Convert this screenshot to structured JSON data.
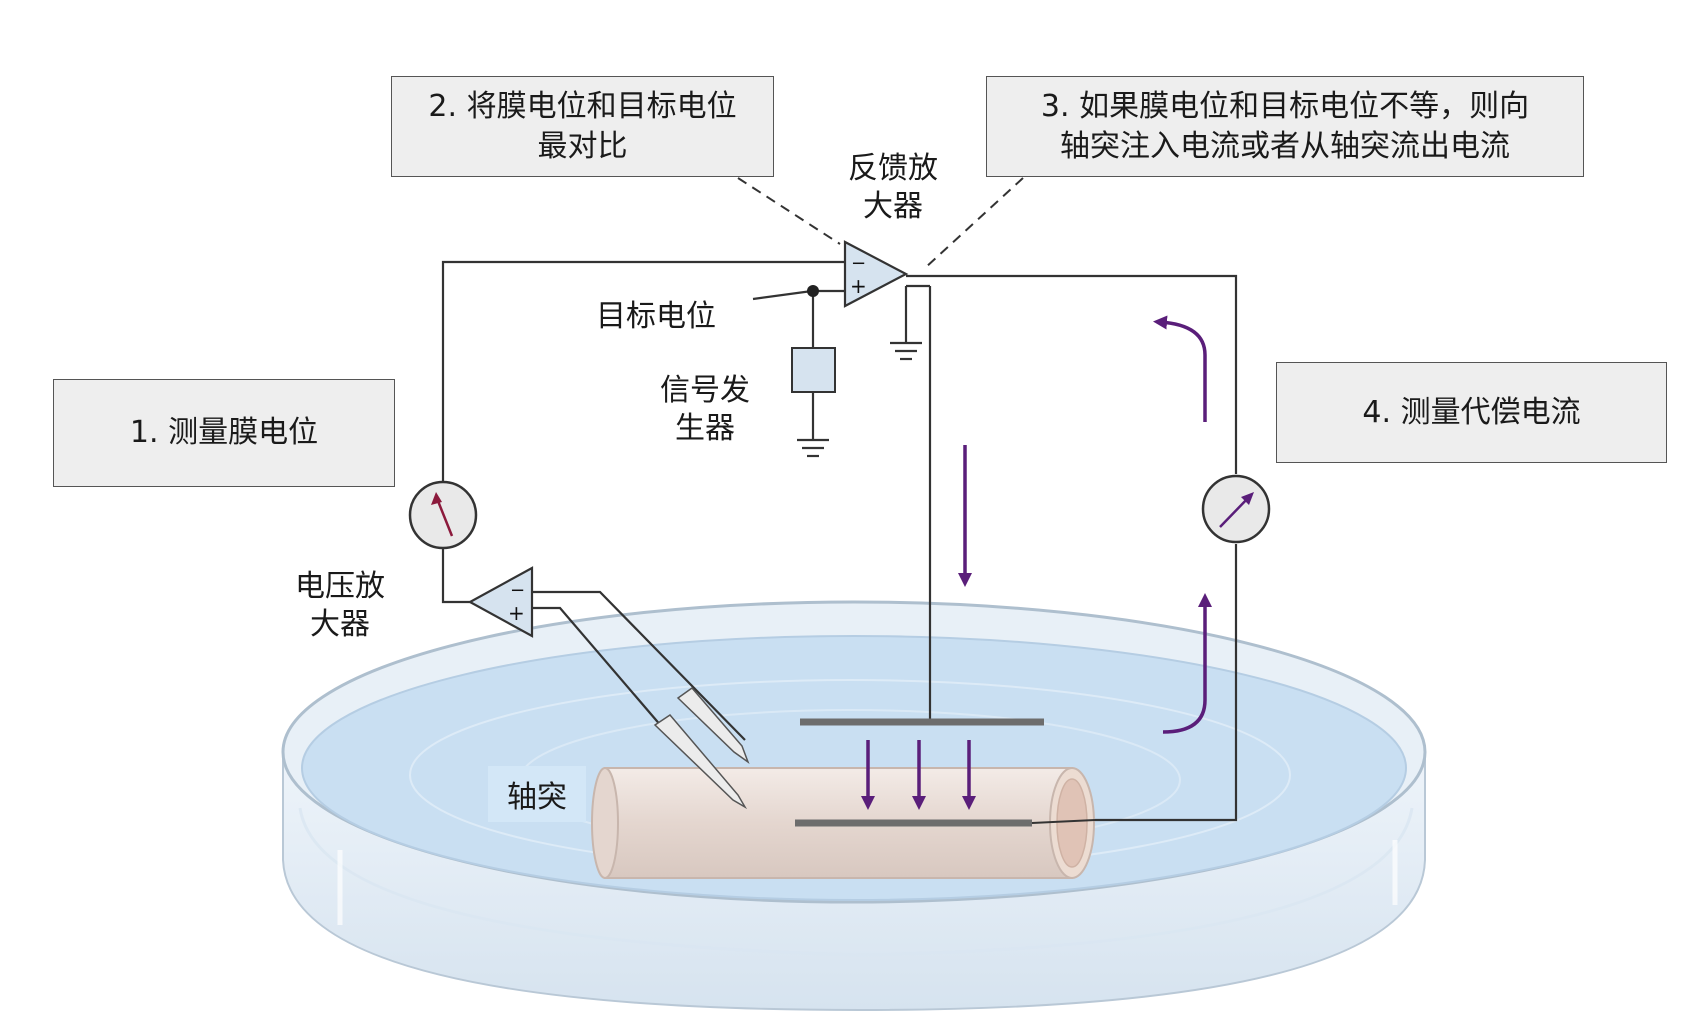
{
  "steps": {
    "step1": "1. 测量膜电位",
    "step2": "2. 将膜电位和目标电位\n最对比",
    "step3": "3. 如果膜电位和目标电位不等，则向\n轴突注入电流或者从轴突流出电流",
    "step4": "4. 测量代偿电流"
  },
  "labels": {
    "feedback_amplifier": "反馈放\n大器",
    "target_potential": "目标电位",
    "signal_generator": "信号发\n生器",
    "voltage_amplifier": "电压放\n大器",
    "axon": "轴突"
  },
  "amp_signs": {
    "minus": "−",
    "plus": "+"
  },
  "colors": {
    "arrow_purple": "#5a1e7a",
    "voltmeter_needle": "#8c1a3c",
    "ammeter_needle": "#5a1e7a",
    "dish_water": "#cfe3f4",
    "axon_fill": "#e9dcd6",
    "wire": "#333333"
  }
}
